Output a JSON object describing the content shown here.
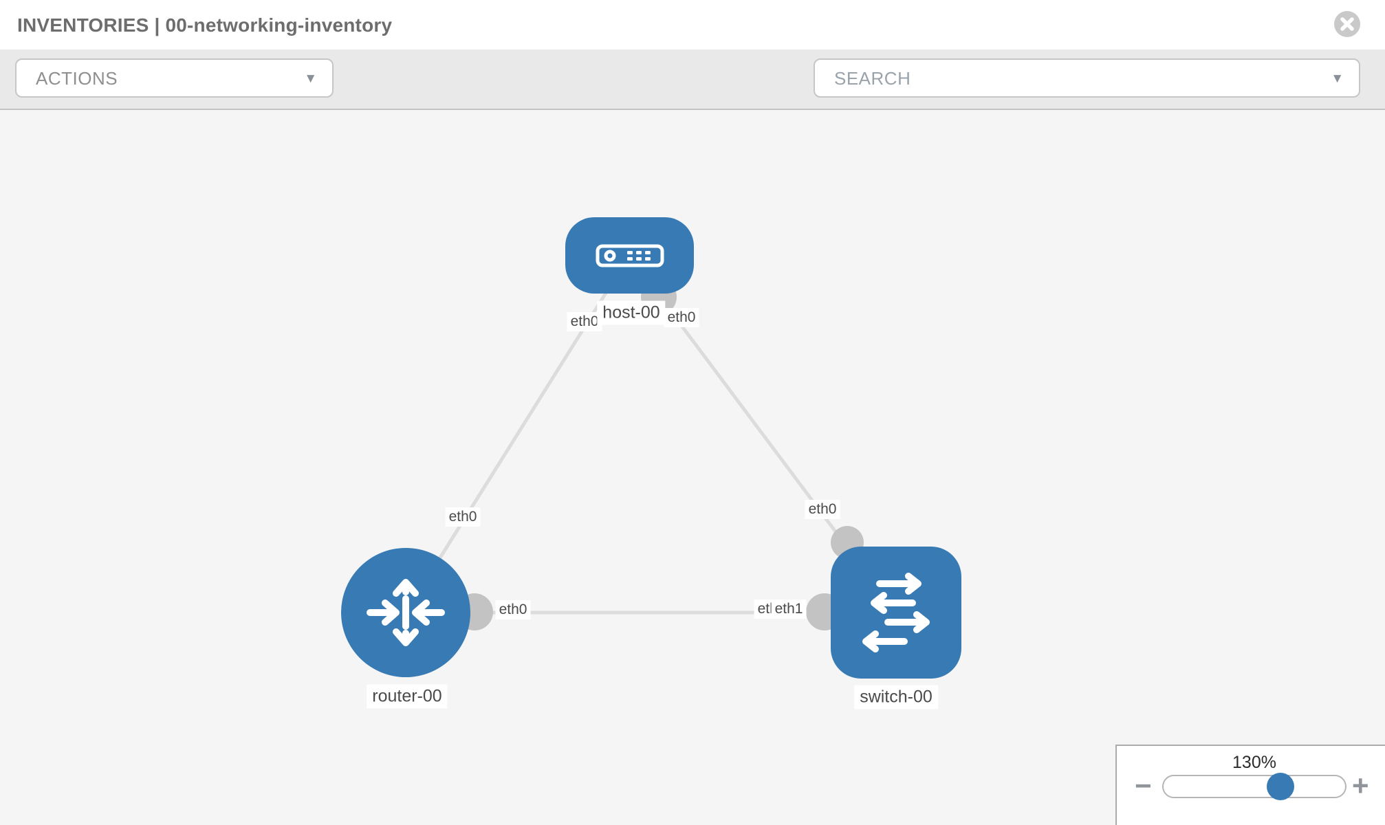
{
  "header": {
    "title": "INVENTORIES | 00-networking-inventory"
  },
  "toolbar": {
    "actions_label": "ACTIONS",
    "search_label": "SEARCH"
  },
  "icons": {
    "caret": "▼",
    "minus": "−",
    "plus": "+"
  },
  "topology": {
    "nodes": [
      {
        "label": "host-00",
        "type": "host"
      },
      {
        "label": "router-00",
        "type": "router"
      },
      {
        "label": "switch-00",
        "type": "switch"
      }
    ],
    "edges": [
      {
        "from": "router-00",
        "to": "host-00",
        "labels": [
          "eth0",
          "eth0"
        ]
      },
      {
        "from": "host-00",
        "to": "switch-00",
        "labels": [
          "eth0",
          "eth0"
        ]
      },
      {
        "from": "router-00",
        "to": "switch-00",
        "labels": [
          "eth0",
          "eth0",
          "eth1"
        ]
      }
    ]
  },
  "zoom_control": {
    "level": "130%"
  }
}
